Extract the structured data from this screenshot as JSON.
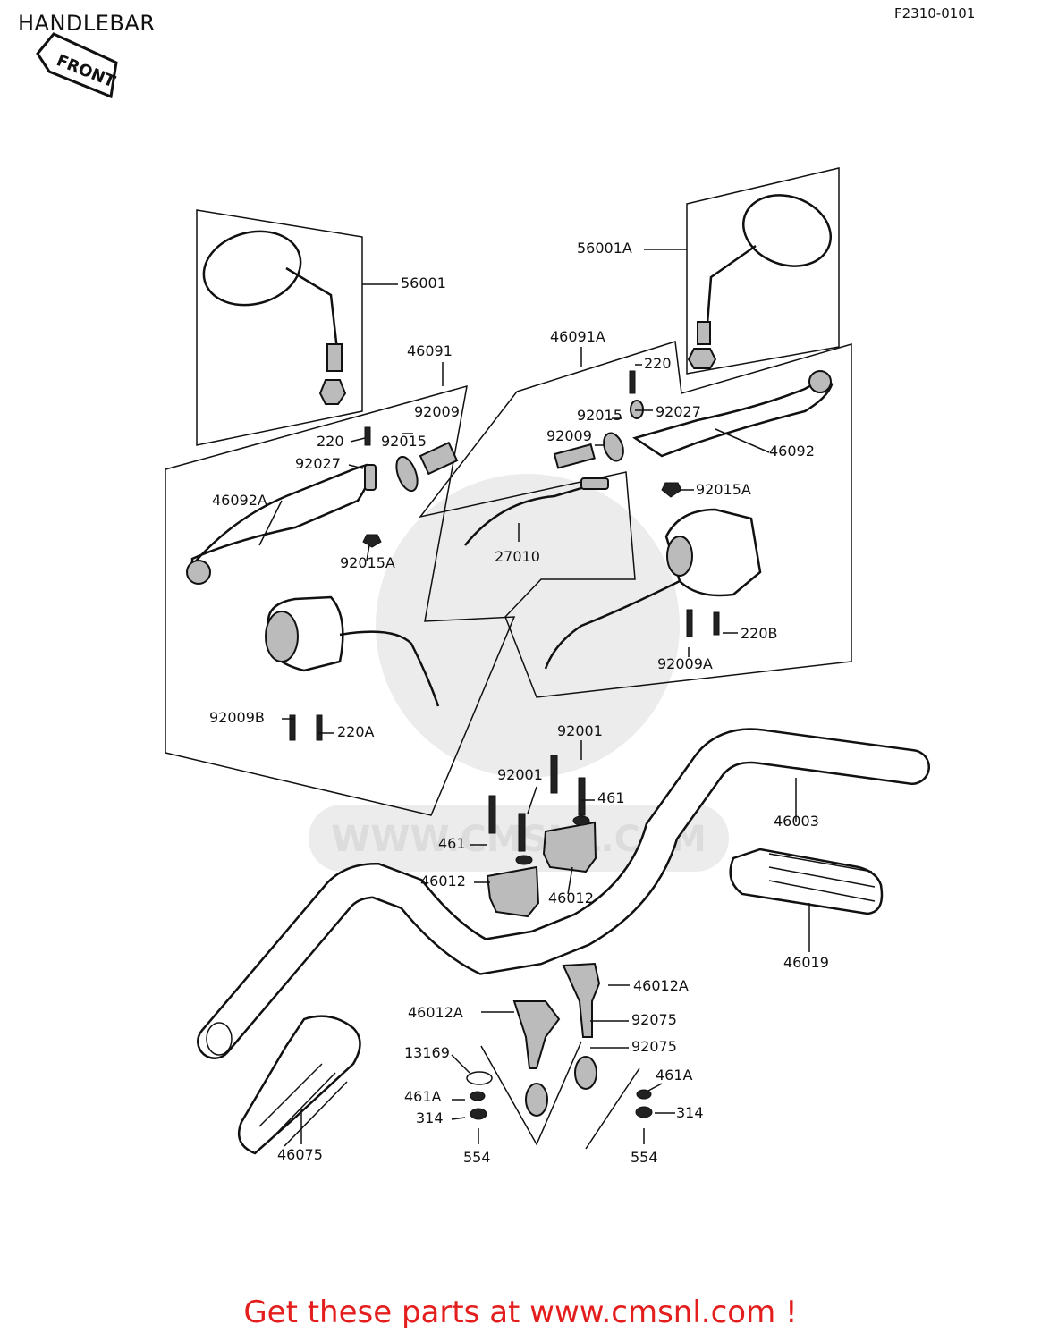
{
  "header": {
    "title": "HANDLEBAR",
    "diagram_code": "F2310-0101",
    "direction_tag": "FRONT"
  },
  "watermark": "WWW.CMSNL.COM",
  "parts": {
    "p56001": "56001",
    "p56001A": "56001A",
    "p46091": "46091",
    "p46091A": "46091A",
    "p220": "220",
    "p220A": "220A",
    "p220B": "220B",
    "p220r": "220",
    "p92009": "92009",
    "p92009r": "92009",
    "p92009A": "92009A",
    "p92009B": "92009B",
    "p92015": "92015",
    "p92015r": "92015",
    "p92015A": "92015A",
    "p92015Ar": "92015A",
    "p92027": "92027",
    "p92027r": "92027",
    "p46092": "46092",
    "p46092A": "46092A",
    "p27010": "27010",
    "p92001a": "92001",
    "p92001b": "92001",
    "p461a": "461",
    "p461b": "461",
    "p46003": "46003",
    "p46012a": "46012",
    "p46012b": "46012",
    "p46012Aa": "46012A",
    "p46012Ab": "46012A",
    "p46019": "46019",
    "p46075": "46075",
    "p92075a": "92075",
    "p92075b": "92075",
    "p13169": "13169",
    "p461Aa": "461A",
    "p461Ab": "461A",
    "p314a": "314",
    "p314b": "314",
    "p554a": "554",
    "p554b": "554"
  },
  "footer": {
    "cta": "Get these parts at www.cmsnl.com !"
  }
}
